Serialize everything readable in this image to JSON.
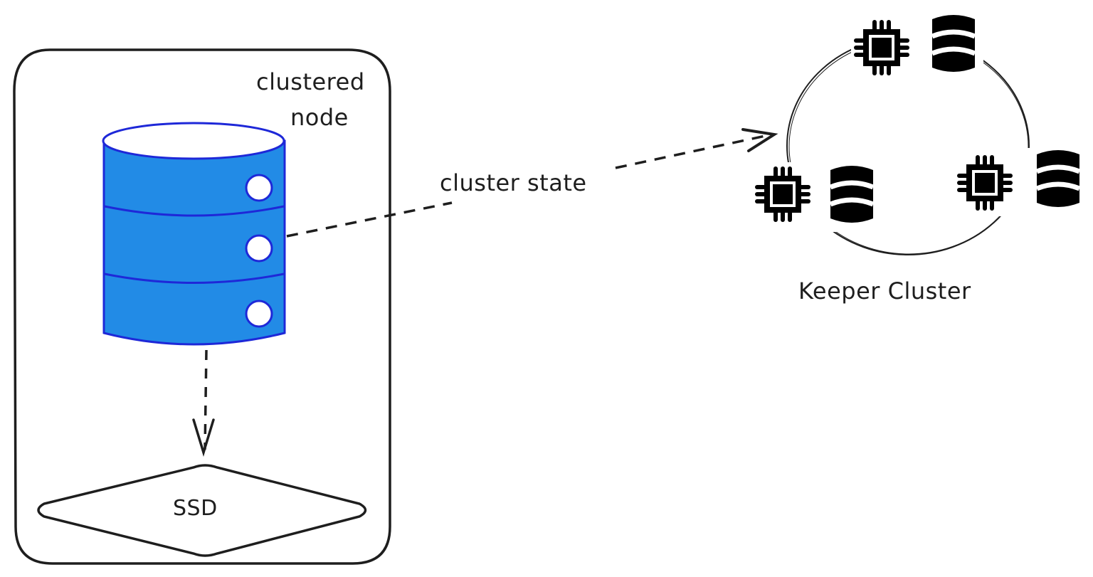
{
  "diagram": {
    "node_container": {
      "label_line1": "clustered",
      "label_line2": "node"
    },
    "database": {
      "color": "#228be6",
      "stroke": "#1e28d8",
      "ports": 3
    },
    "storage": {
      "label": "SSD"
    },
    "edge_cluster_state": {
      "label": "cluster state",
      "style": "dashed"
    },
    "edge_storage": {
      "style": "dashed"
    },
    "keeper_cluster": {
      "label": "Keeper Cluster",
      "members": [
        {
          "icons": [
            "cpu-icon",
            "database-icon"
          ]
        },
        {
          "icons": [
            "cpu-icon",
            "database-icon"
          ]
        },
        {
          "icons": [
            "cpu-icon",
            "database-icon"
          ]
        }
      ]
    }
  }
}
